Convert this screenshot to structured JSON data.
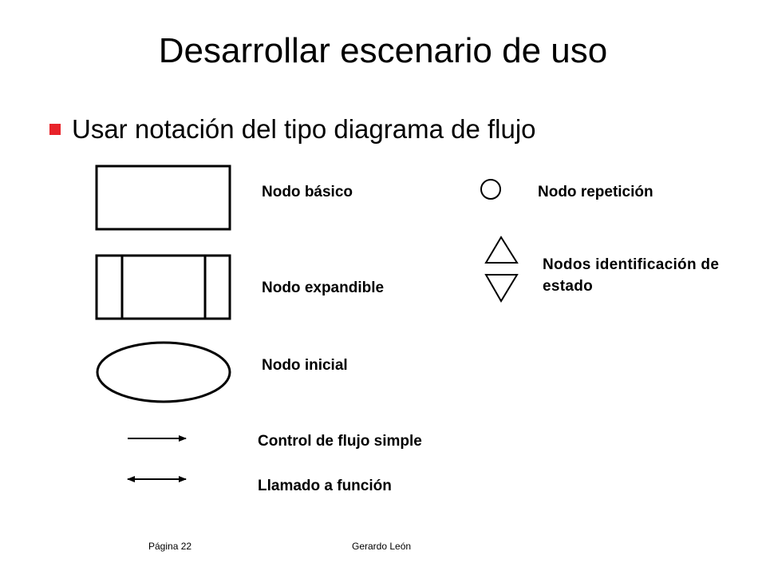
{
  "slide": {
    "title": "Desarrollar escenario de uso",
    "bullet": "Usar notación del tipo diagrama de flujo",
    "bullet_color": "#e8232a"
  },
  "legend": {
    "nodo_basico": "Nodo básico",
    "nodo_expandible": "Nodo expandible",
    "nodo_inicial": "Nodo inicial",
    "nodo_repeticion": "Nodo repetición",
    "nodos_identificacion": "Nodos identificación de estado",
    "control_flujo": "Control de flujo simple",
    "llamado_funcion": "Llamado a función"
  },
  "footer": {
    "page": "Página 22",
    "author": "Gerardo León"
  }
}
